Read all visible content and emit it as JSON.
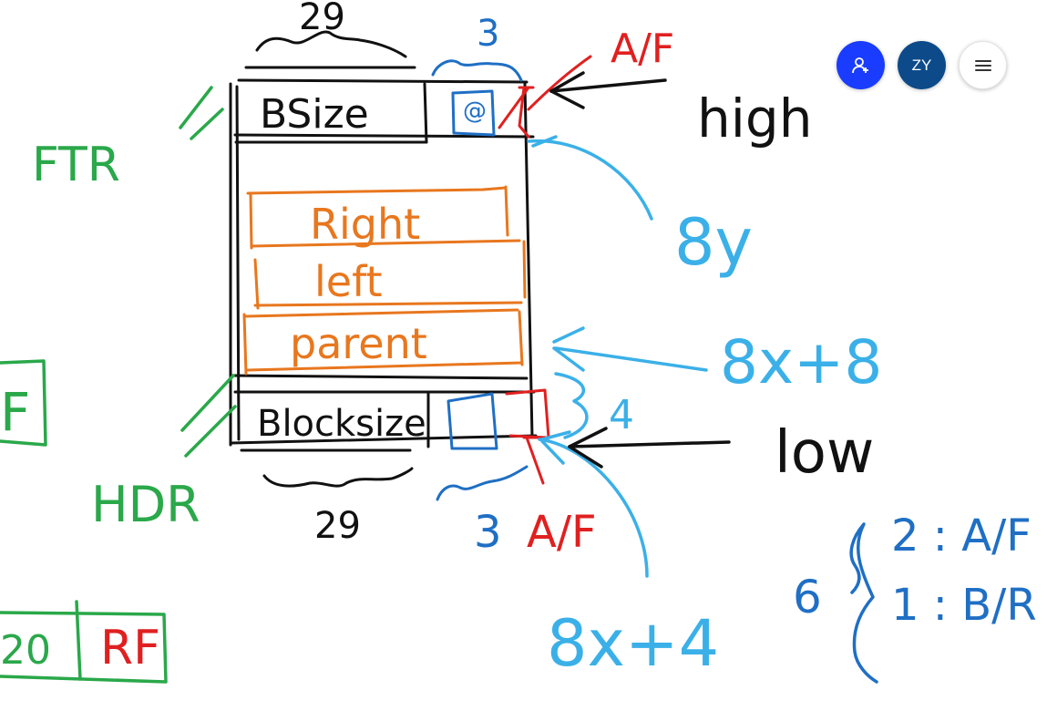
{
  "toolbar": {
    "add_person_icon": "person-add-icon",
    "avatar_initials": "ZY",
    "menu_icon": "hamburger-menu-icon",
    "colors": {
      "add_bg": "#1a3cff",
      "avatar_bg": "#0d4a8a",
      "menu_bg": "#ffffff"
    }
  },
  "sketch": {
    "top_brace_label": "29",
    "top_small_brace_label": "3",
    "top_af_label": "A/F",
    "footer_field": "BSize",
    "high_label": "high",
    "ftr_label": "FTR",
    "addr_8y": "8y",
    "right_field": "Right",
    "left_field": "left",
    "parent_field": "parent",
    "addr_8x8": "8x+8",
    "brace_4_label": "4",
    "header_field": "Blocksize",
    "low_label": "low",
    "hdr_label": "HDR",
    "bottom_brace_label": "29",
    "bottom_af_3": "3",
    "bottom_af_label": "A/F",
    "addr_8x4": "8x+4",
    "f_box_label": "F",
    "rf_left": "20",
    "rf_right": "RF",
    "six_label": "6",
    "six_line1": "2 : A/F",
    "six_line2": "1 : B/R",
    "colors": {
      "black": "#111111",
      "orange": "#e8771e",
      "green": "#2aa84a",
      "lightblue": "#3bb0e8",
      "blue": "#1f6fc4",
      "red": "#e02020"
    }
  }
}
